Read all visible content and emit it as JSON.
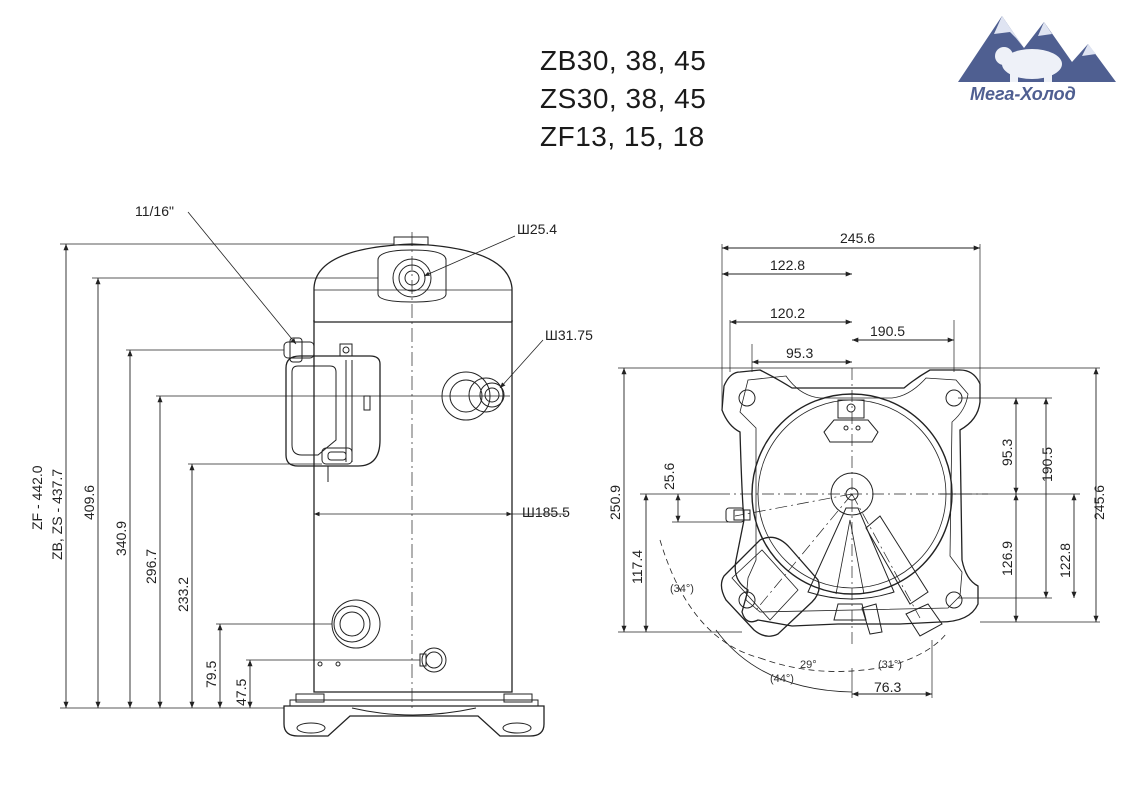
{
  "titles": [
    "ZB30, 38, 45",
    "ZS30, 38, 45",
    "ZF13, 15, 18"
  ],
  "logo": {
    "brand": "Мега-Холод",
    "icon": "bear-mountains-icon"
  },
  "side_view": {
    "fitting_label": "11/16\"",
    "suction_top_label": "Ш25.4",
    "discharge_label": "Ш31.75",
    "body_diameter_label": "Ш185.5",
    "height_zf_label": "ZF - 442.0",
    "height_zb_zs_label": "ZB, ZS - 437.7",
    "dim_409": "409.6",
    "dim_340": "340.9",
    "dim_296": "296.7",
    "dim_233": "233.2",
    "dim_79": "79.5",
    "dim_47": "47.5"
  },
  "top_view": {
    "dim_245_top": "245.6",
    "dim_122_top": "122.8",
    "dim_120": "120.2",
    "dim_190_top": "190.5",
    "dim_95_top": "95.3",
    "dim_250": "250.9",
    "dim_25_6": "25.6",
    "dim_117": "117.4",
    "dim_95_right": "95.3",
    "dim_190_right": "190.5",
    "dim_245_right": "245.6",
    "dim_126": "126.9",
    "dim_122_right": "122.8",
    "angle_34": "(34°)",
    "angle_29": "29°",
    "angle_31": "(31°)",
    "angle_44": "(44°)",
    "dim_76": "76.3"
  }
}
